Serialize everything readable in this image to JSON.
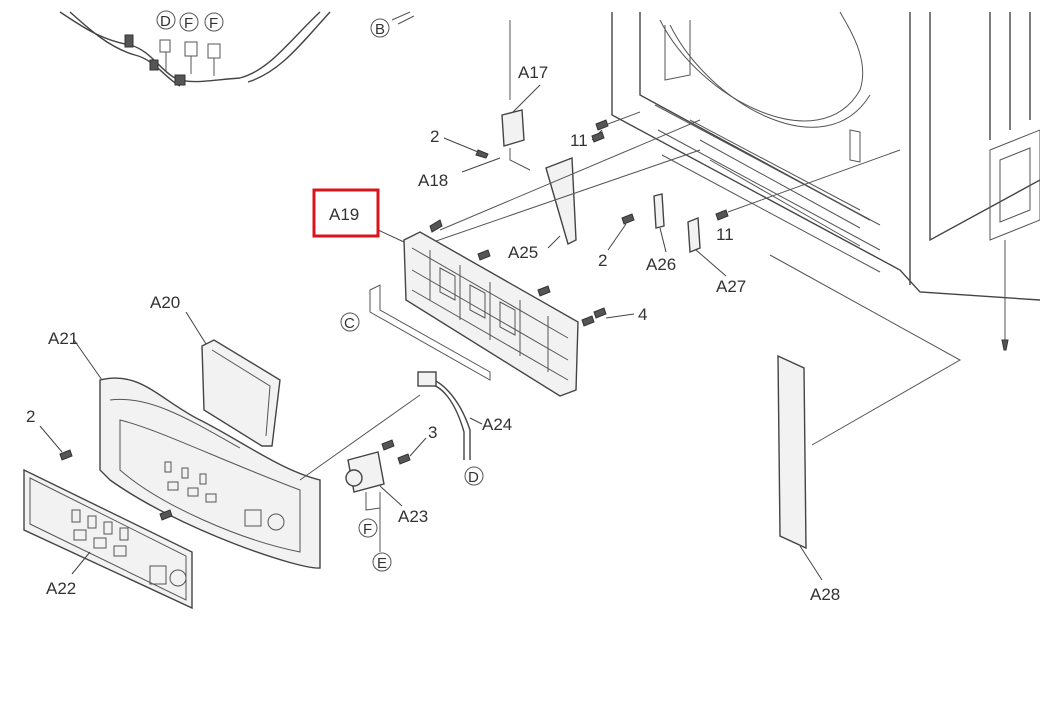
{
  "diagram": {
    "highlight_color": "#d9141b",
    "highlighted_label": "A19",
    "part_labels": [
      "A17",
      "A18",
      "A19",
      "A20",
      "A21",
      "A22",
      "A23",
      "A24",
      "A25",
      "A26",
      "A27",
      "A28"
    ],
    "screw_labels": [
      "2",
      "2",
      "2",
      "3",
      "4",
      "11",
      "11"
    ],
    "connector_labels": [
      "D",
      "F",
      "F",
      "B",
      "C",
      "D",
      "E",
      "F"
    ]
  }
}
